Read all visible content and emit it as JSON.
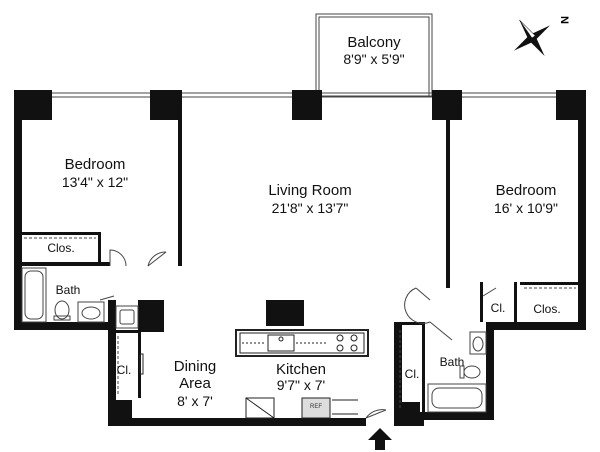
{
  "rooms": {
    "balcony": {
      "name": "Balcony",
      "dims": "8'9\" x 5'9\""
    },
    "bedroom_left": {
      "name": "Bedroom",
      "dims": "13'4\" x 12\""
    },
    "living_room": {
      "name": "Living Room",
      "dims": "21'8\" x 13'7\""
    },
    "bedroom_right": {
      "name": "Bedroom",
      "dims": "16' x 10'9\""
    },
    "dining": {
      "name_line1": "Dining",
      "name_line2": "Area",
      "dims": "8' x 7'"
    },
    "kitchen": {
      "name": "Kitchen",
      "dims": "9'7\" x 7'"
    },
    "bath_left": {
      "name": "Bath"
    },
    "bath_right": {
      "name": "Bath"
    }
  },
  "closets": {
    "left_bedroom": "Clos.",
    "right_bedroom": "Clos.",
    "right_small": "Cl.",
    "dining": "Cl.",
    "entry": "Cl."
  },
  "appliances": {
    "refrigerator": "REF"
  },
  "compass": {
    "north_label": "N"
  },
  "colors": {
    "wall": "#111111",
    "line": "#444444",
    "background": "#ffffff"
  }
}
